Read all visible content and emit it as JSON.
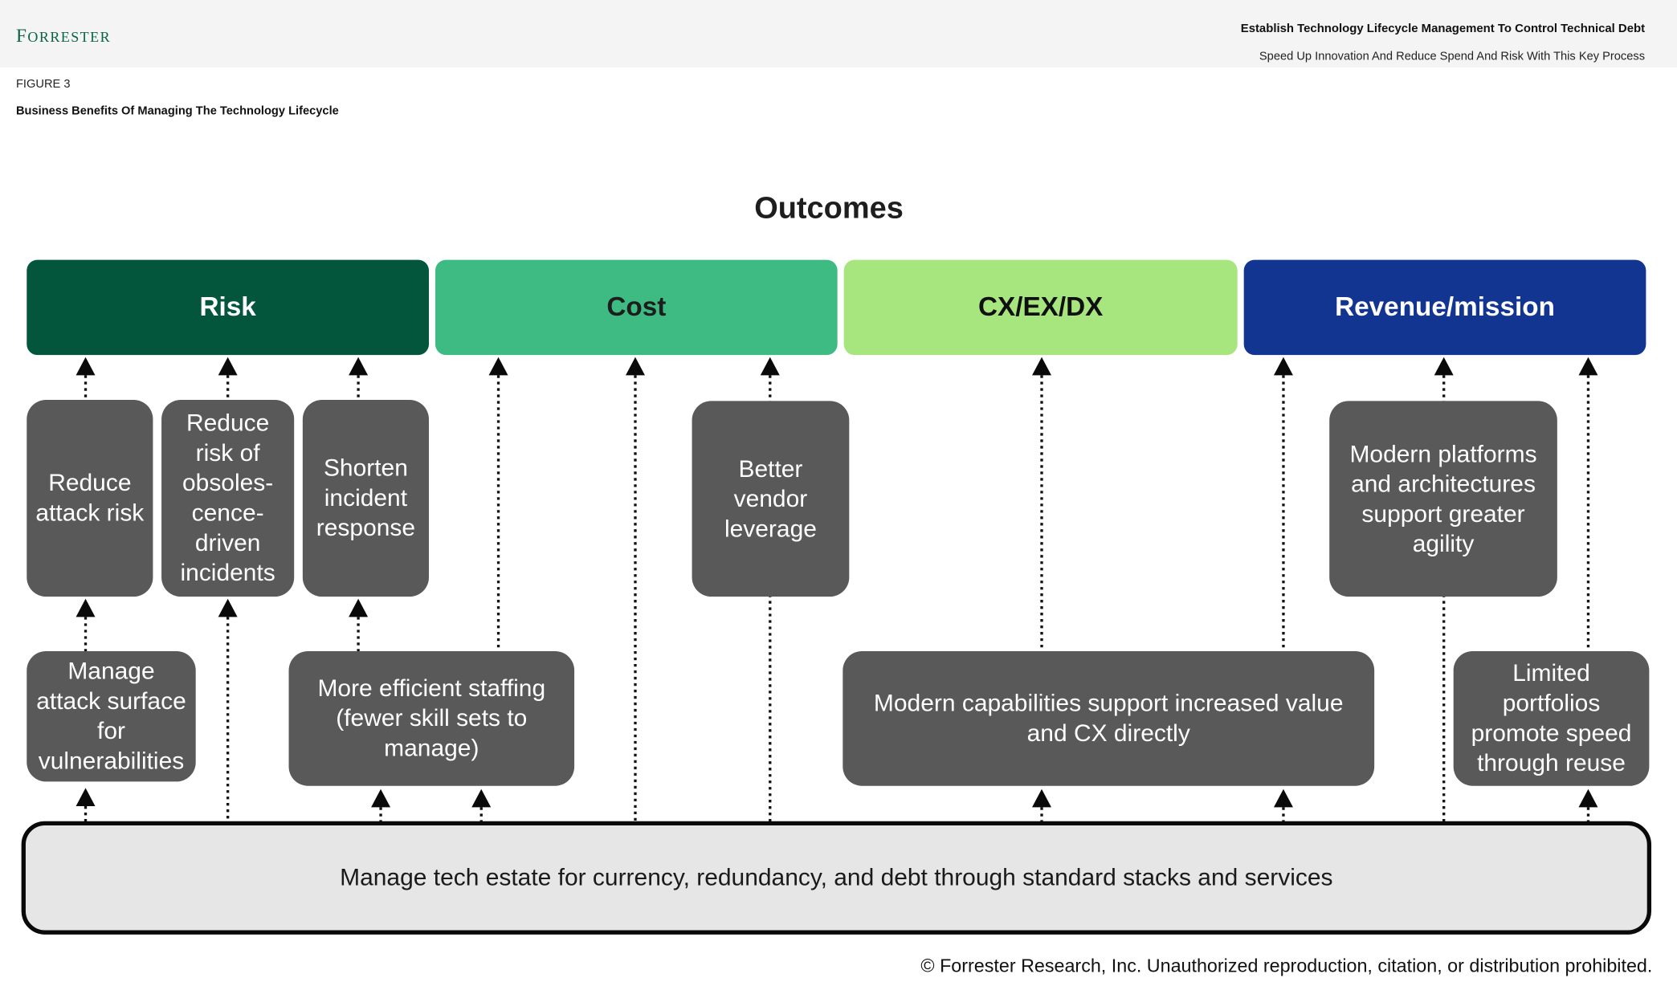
{
  "header": {
    "logo": "FORRESTER",
    "logo_color": "#0b6344",
    "report_title": "Establish Technology Lifecycle Management To Control Technical Debt",
    "report_subtitle": "Speed Up Innovation And Reduce Spend And Risk With This Key Process"
  },
  "figure": {
    "number": "FIGURE 3",
    "title": "Business Benefits Of Managing The Technology Lifecycle"
  },
  "diagram": {
    "heading": "Outcomes",
    "outcomes": [
      {
        "label": "Risk",
        "color": "#03563c",
        "text_color": "#ffffff"
      },
      {
        "label": "Cost",
        "color": "#3dbb83",
        "text_color": "#1d1d1d"
      },
      {
        "label": "CX/EX/DX",
        "color": "#a7e67f",
        "text_color": "#101010"
      },
      {
        "label": "Revenue/mission",
        "color": "#133592",
        "text_color": "#ffffff"
      }
    ],
    "benefits": [
      {
        "lines": [
          "Reduce",
          "attack risk"
        ]
      },
      {
        "lines": [
          "Reduce",
          "risk of",
          "obsoles-",
          "cence-",
          "driven",
          "incidents"
        ]
      },
      {
        "lines": [
          "Shorten",
          "incident",
          "response"
        ]
      },
      {
        "lines": [
          "Better",
          "vendor",
          "leverage"
        ]
      },
      {
        "lines": [
          "Modern platforms",
          "and architectures",
          "support greater",
          "agility"
        ]
      }
    ],
    "enablers": [
      {
        "lines": [
          "Manage",
          "attack surface",
          "for",
          "vulnerabilities"
        ]
      },
      {
        "lines": [
          "More efficient staffing",
          "(fewer skill sets to",
          "manage)"
        ]
      },
      {
        "lines": [
          "Modern capabilities support increased value",
          "and CX directly"
        ]
      },
      {
        "lines": [
          "Limited",
          "portfolios",
          "promote speed",
          "through reuse"
        ]
      }
    ],
    "foundation": "Manage tech estate for currency, redundancy, and debt through standard stacks and services"
  },
  "footer": {
    "copyright": "© Forrester Research, Inc. Unauthorized reproduction, citation, or distribution prohibited."
  }
}
